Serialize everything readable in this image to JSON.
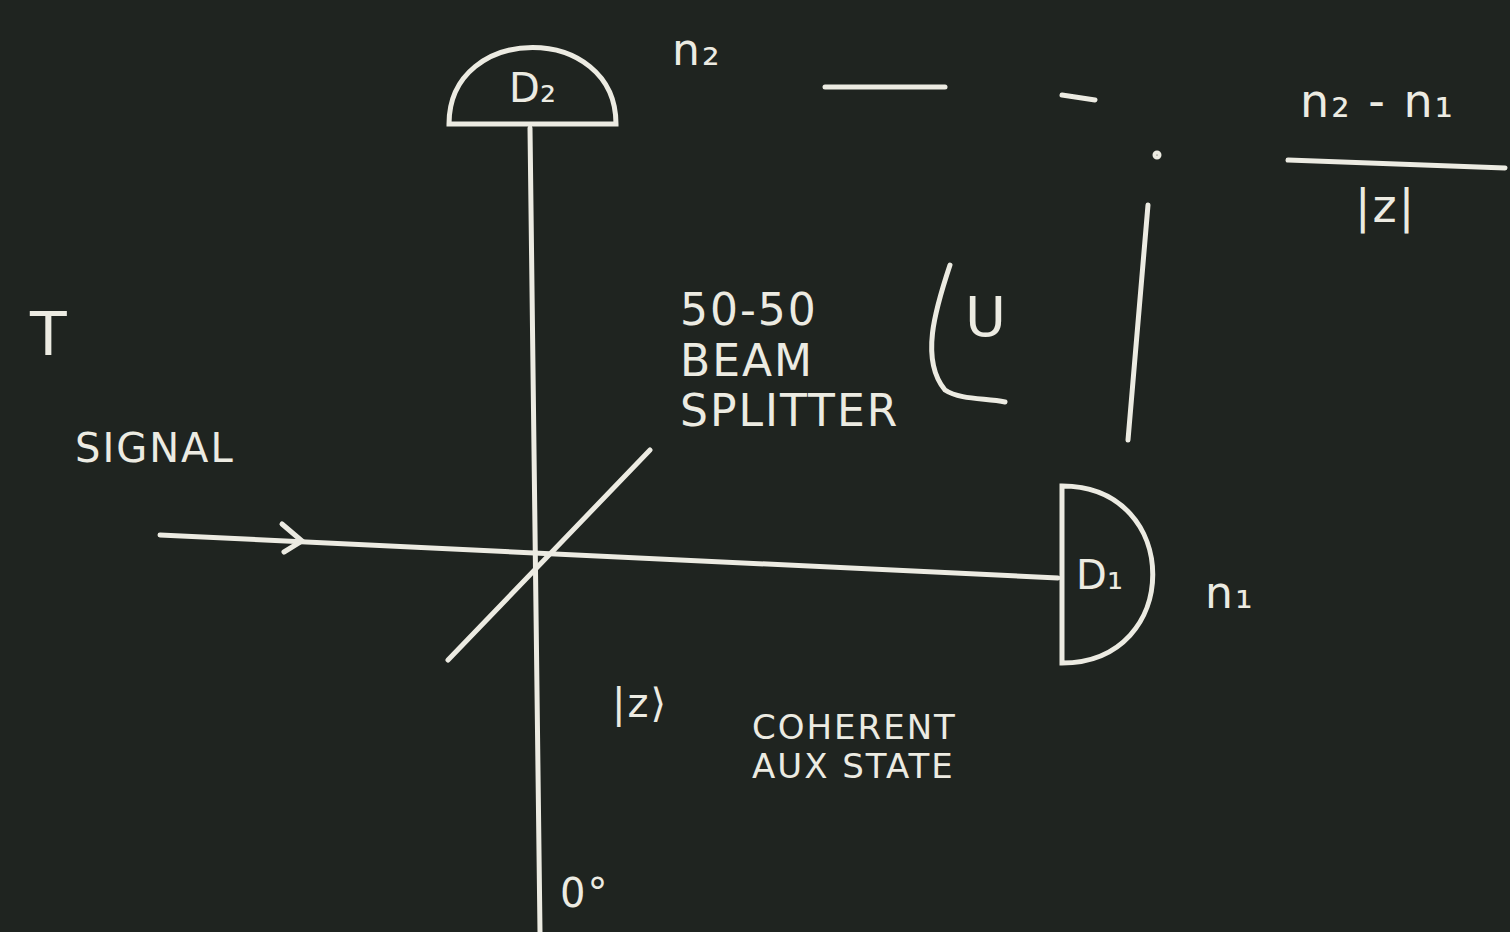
{
  "diagram": {
    "nodes": [
      {
        "text": [
          "D₂"
        ]
      },
      {
        "text": [
          "D₁"
        ]
      }
    ],
    "labels": [
      "T",
      "SIGNAL",
      "50-50 BEAM SPLITTER",
      "|z⟩",
      "COHERENT AUX STATE",
      "n₂",
      "n₁",
      "U",
      "n₂ - n₁",
      "|z|",
      "0°"
    ]
  }
}
